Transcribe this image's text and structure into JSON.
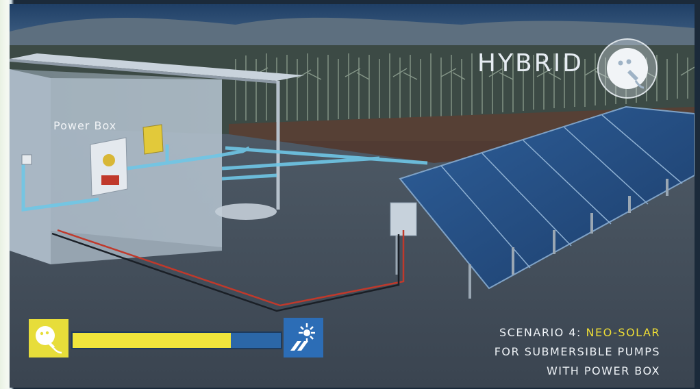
{
  "header": {
    "badge_text": "HYBRID",
    "badge_icon": "plug-icon"
  },
  "scene": {
    "power_box_label": "Power Box"
  },
  "energy_bar": {
    "left_icon": "plug-icon",
    "right_icon": "solar-panel-icon",
    "solar_share_percent": 76,
    "colors": {
      "grid": "#efe53c",
      "solar": "#2b67a8"
    }
  },
  "caption": {
    "line1_prefix": "SCENARIO 4: ",
    "line1_highlight": "NEO-SOLAR",
    "line2": "FOR SUBMERSIBLE PUMPS",
    "line3": "WITH POWER BOX"
  }
}
